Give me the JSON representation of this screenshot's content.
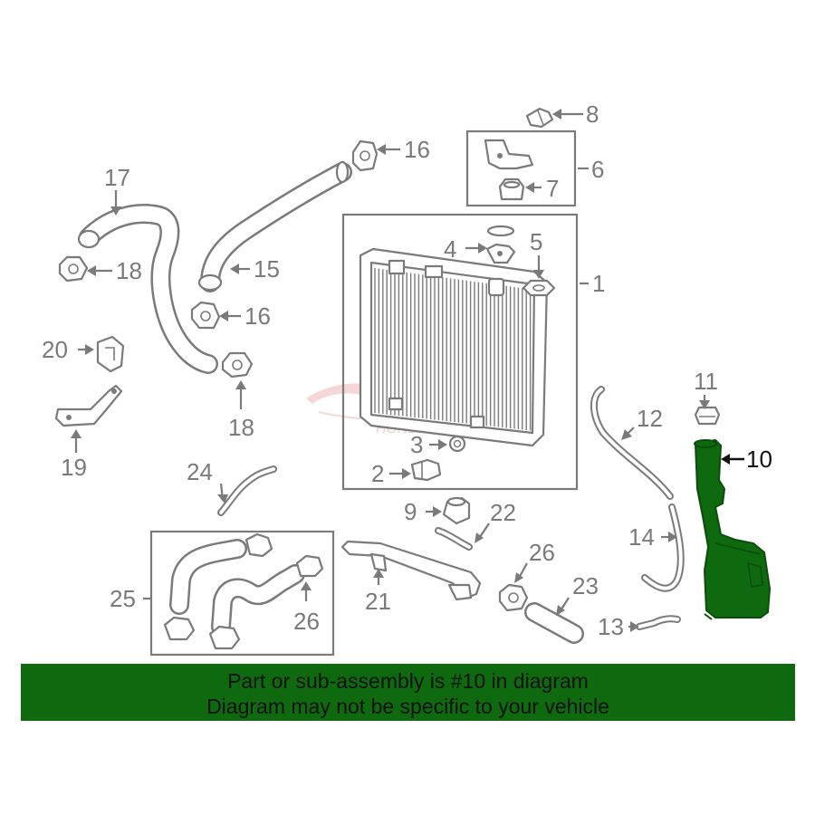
{
  "labels": {
    "p1": "1",
    "p2": "2",
    "p3": "3",
    "p4": "4",
    "p5": "5",
    "p6": "6",
    "p7": "7",
    "p8": "8",
    "p9": "9",
    "p10": "10",
    "p11": "11",
    "p12": "12",
    "p13": "13",
    "p14": "14",
    "p15": "15",
    "p16a": "16",
    "p16b": "16",
    "p17": "17",
    "p18a": "18",
    "p18b": "18",
    "p19": "19",
    "p20": "20",
    "p21": "21",
    "p22": "22",
    "p23": "23",
    "p24": "24",
    "p25": "25",
    "p26a": "26",
    "p26b": "26"
  },
  "highlighted_part": "10",
  "watermark": "HONDA DREAM",
  "notice": {
    "line1": "Part or sub-assembly is #10 in diagram",
    "line2": "Diagram may not be specific to your vehicle"
  },
  "colors": {
    "line_art": "#7a7a7a",
    "highlight_part": "#0f6a0f",
    "notice_bg": "#0f6a0f",
    "watermark": "#e8a0a0"
  }
}
